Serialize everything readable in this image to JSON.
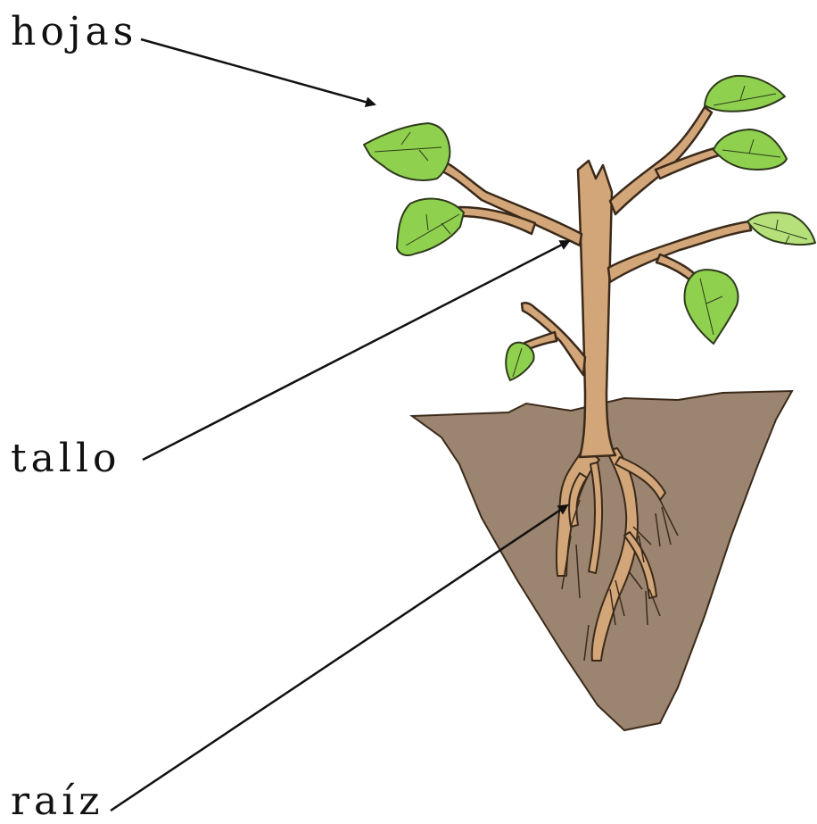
{
  "labels": {
    "leaves": "hojas",
    "stem": "tallo",
    "root": "raíz"
  },
  "colors": {
    "leaf": "#8fd14f",
    "leaf_outline": "#2f3a1c",
    "stem": "#d2a679",
    "stem_outline": "#3b2a1a",
    "soil": "#9b8570",
    "arrow": "#111111"
  }
}
